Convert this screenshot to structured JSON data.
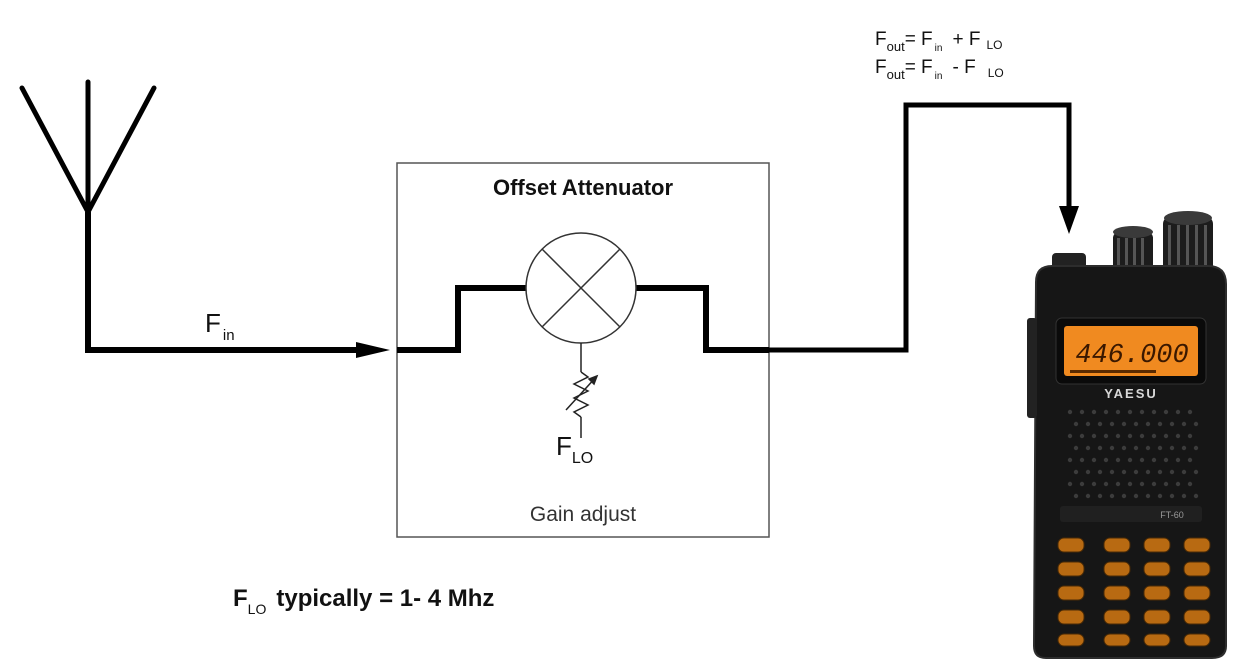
{
  "formulas": {
    "line1": {
      "f1": "F",
      "s1": "out",
      "eq": "= F",
      "s2": "in",
      "op": "+ F",
      "s3": "LO"
    },
    "line2": {
      "f1": "F",
      "s1": "out",
      "eq": "= F",
      "s2": "in",
      "op": "- F",
      "s3": "LO"
    }
  },
  "attenuator": {
    "title": "Offset Attenuator",
    "gain_label": "Gain adjust",
    "lo_label": {
      "main": "F",
      "sub": "LO"
    }
  },
  "input_label": {
    "main": "F",
    "sub": "in"
  },
  "note": {
    "main": "F",
    "sub": "LO",
    "rest": "typically = 1- 4 Mhz"
  },
  "radio": {
    "display": "446.000",
    "brand": "YAESU",
    "model": "FT-60"
  },
  "colors": {
    "line": "#000000",
    "box": "#555555",
    "lcd": "#f08a20",
    "lcd_text": "#3a1800",
    "radio_body": "#161616"
  }
}
